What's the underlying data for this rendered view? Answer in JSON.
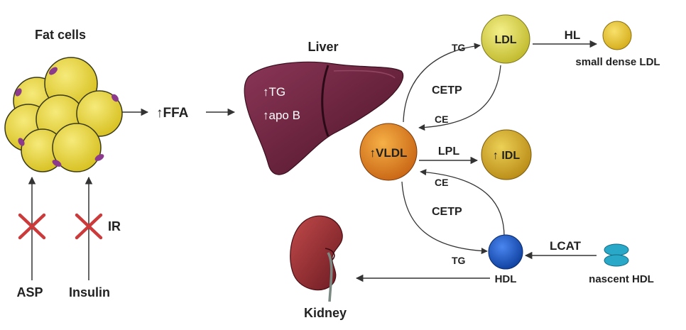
{
  "labels": {
    "fat_cells": "Fat cells",
    "ffa": "↑FFA",
    "liver": "Liver",
    "liver_tg": "↑TG",
    "liver_apob": "↑apo B",
    "vldl": "↑VLDL",
    "ldl": "LDL",
    "hl": "HL",
    "small_dense_ldl": "small dense LDL",
    "idl": "↑ IDL",
    "lpl": "LPL",
    "hdl": "HDL",
    "lcat": "LCAT",
    "nascent_hdl": "nascent HDL",
    "kidney": "Kidney",
    "asp": "ASP",
    "insulin": "Insulin",
    "ir": "IR",
    "tg_top": "TG",
    "cetp_top": "CETP",
    "ce_top": "CE",
    "ce_bottom": "CE",
    "cetp_bottom": "CETP",
    "tg_bottom": "TG"
  },
  "colors": {
    "fat_cell": "#e6d33a",
    "fat_cell_spot": "#8b3a8c",
    "liver": "#6e2240",
    "ldl": "#d9d33a",
    "small_ldl": "#e8c92c",
    "vldl": "#e48a2a",
    "idl": "#d4b12a",
    "hdl": "#1a56c4",
    "nascent_hdl": "#2aa8c8",
    "kidney": "#8a2830",
    "inhibit_cross": "#cc3b3b"
  },
  "icons": [
    "fat-cell-cluster",
    "liver-organ",
    "kidney-organ",
    "inhibition-cross"
  ]
}
